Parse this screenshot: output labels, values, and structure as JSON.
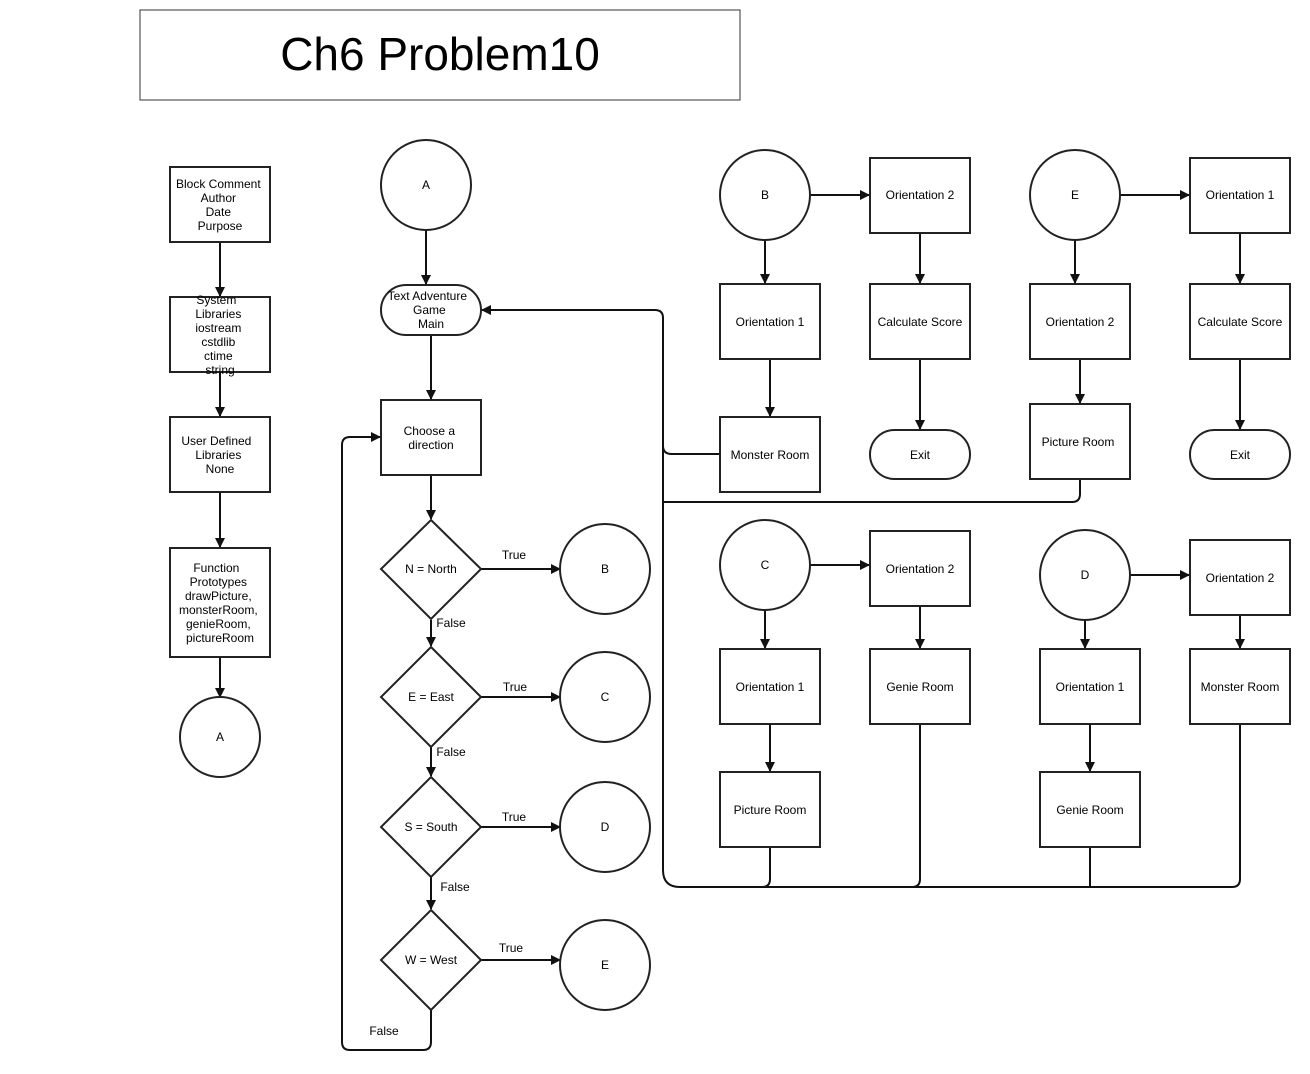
{
  "title": "Ch6 Problem10",
  "nodes": {
    "block_comment": [
      "Block Comment",
      "Author",
      "Date",
      "Purpose"
    ],
    "system_libraries": [
      "System",
      "Libraries",
      "iostream",
      "cstdlib",
      "ctime",
      "string"
    ],
    "user_libraries": [
      "User Defined",
      "Libraries",
      "None"
    ],
    "function_prototypes": [
      "Function",
      "Prototypes",
      "drawPicture,",
      "monsterRoom,",
      "genieRoom,",
      "pictureRoom"
    ],
    "connector_a_left": "A",
    "connector_a_top": "A",
    "main_terminal": [
      "Text Adventure",
      "Game",
      "Main"
    ],
    "choose_direction": [
      "Choose a",
      "direction"
    ],
    "decision_north": "N = North",
    "decision_east": "E = East",
    "decision_south": "S = South",
    "decision_west": "W = West",
    "connector_b_out": "B",
    "connector_c_out": "C",
    "connector_d_out": "D",
    "connector_e_out": "E",
    "connector_b": "B",
    "b_orientation_2": "Orientation 2",
    "b_orientation_1": "Orientation 1",
    "b_calculate_score": "Calculate Score",
    "b_monster_room": "Monster Room",
    "b_exit": "Exit",
    "connector_e": "E",
    "e_orientation_1": "Orientation 1",
    "e_orientation_2": "Orientation 2",
    "e_calculate_score": "Calculate Score",
    "e_picture_room": "Picture Room",
    "e_exit": "Exit",
    "connector_c": "C",
    "c_orientation_2": "Orientation 2",
    "c_orientation_1": "Orientation 1",
    "c_genie_room": "Genie Room",
    "c_picture_room": "Picture Room",
    "connector_d": "D",
    "d_orientation_2": "Orientation 2",
    "d_orientation_1": "Orientation 1",
    "d_monster_room": "Monster Room",
    "d_genie_room": "Genie Room"
  },
  "edge_labels": {
    "north_true": "True",
    "north_false": "False",
    "east_true": "True",
    "east_false": "False",
    "south_true": "True",
    "south_false": "False",
    "west_true": "True",
    "west_false": "False"
  }
}
